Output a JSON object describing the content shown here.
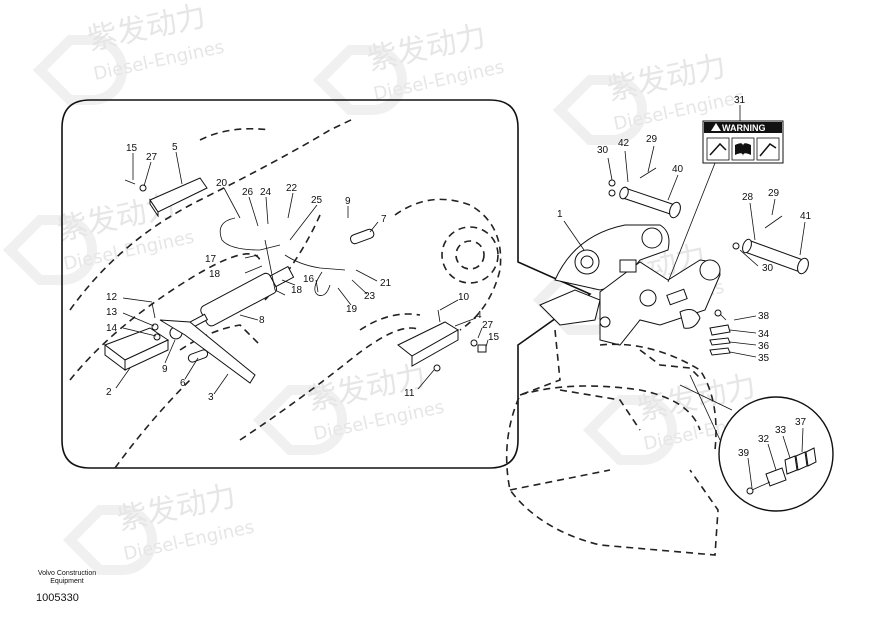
{
  "watermark": {
    "brand": "紫发动力",
    "subtitle": "Diesel-Engines"
  },
  "warning_label": {
    "title": "WARNING"
  },
  "footer": {
    "company_line1": "Volvo Construction",
    "company_line2": "Equipment",
    "drawing_number": "1005330"
  },
  "callouts": {
    "n1": "1",
    "n2": "2",
    "n3": "3",
    "n4": "4",
    "n5": "5",
    "n6": "6",
    "n7": "7",
    "n8": "8",
    "n9": "9",
    "n10": "10",
    "n11": "11",
    "n12": "12",
    "n13": "13",
    "n14": "14",
    "n15": "15",
    "n16": "16",
    "n17": "17",
    "n18": "18",
    "n19": "19",
    "n20": "20",
    "n21": "21",
    "n22": "22",
    "n23": "23",
    "n24": "24",
    "n25": "25",
    "n26": "26",
    "n27": "27",
    "n28": "28",
    "n29": "29",
    "n30": "30",
    "n31": "31",
    "n32": "32",
    "n33": "33",
    "n34": "34",
    "n35": "35",
    "n36": "36",
    "n37": "37",
    "n38": "38",
    "n39": "39",
    "n40": "40",
    "n41": "41",
    "n42": "42"
  }
}
